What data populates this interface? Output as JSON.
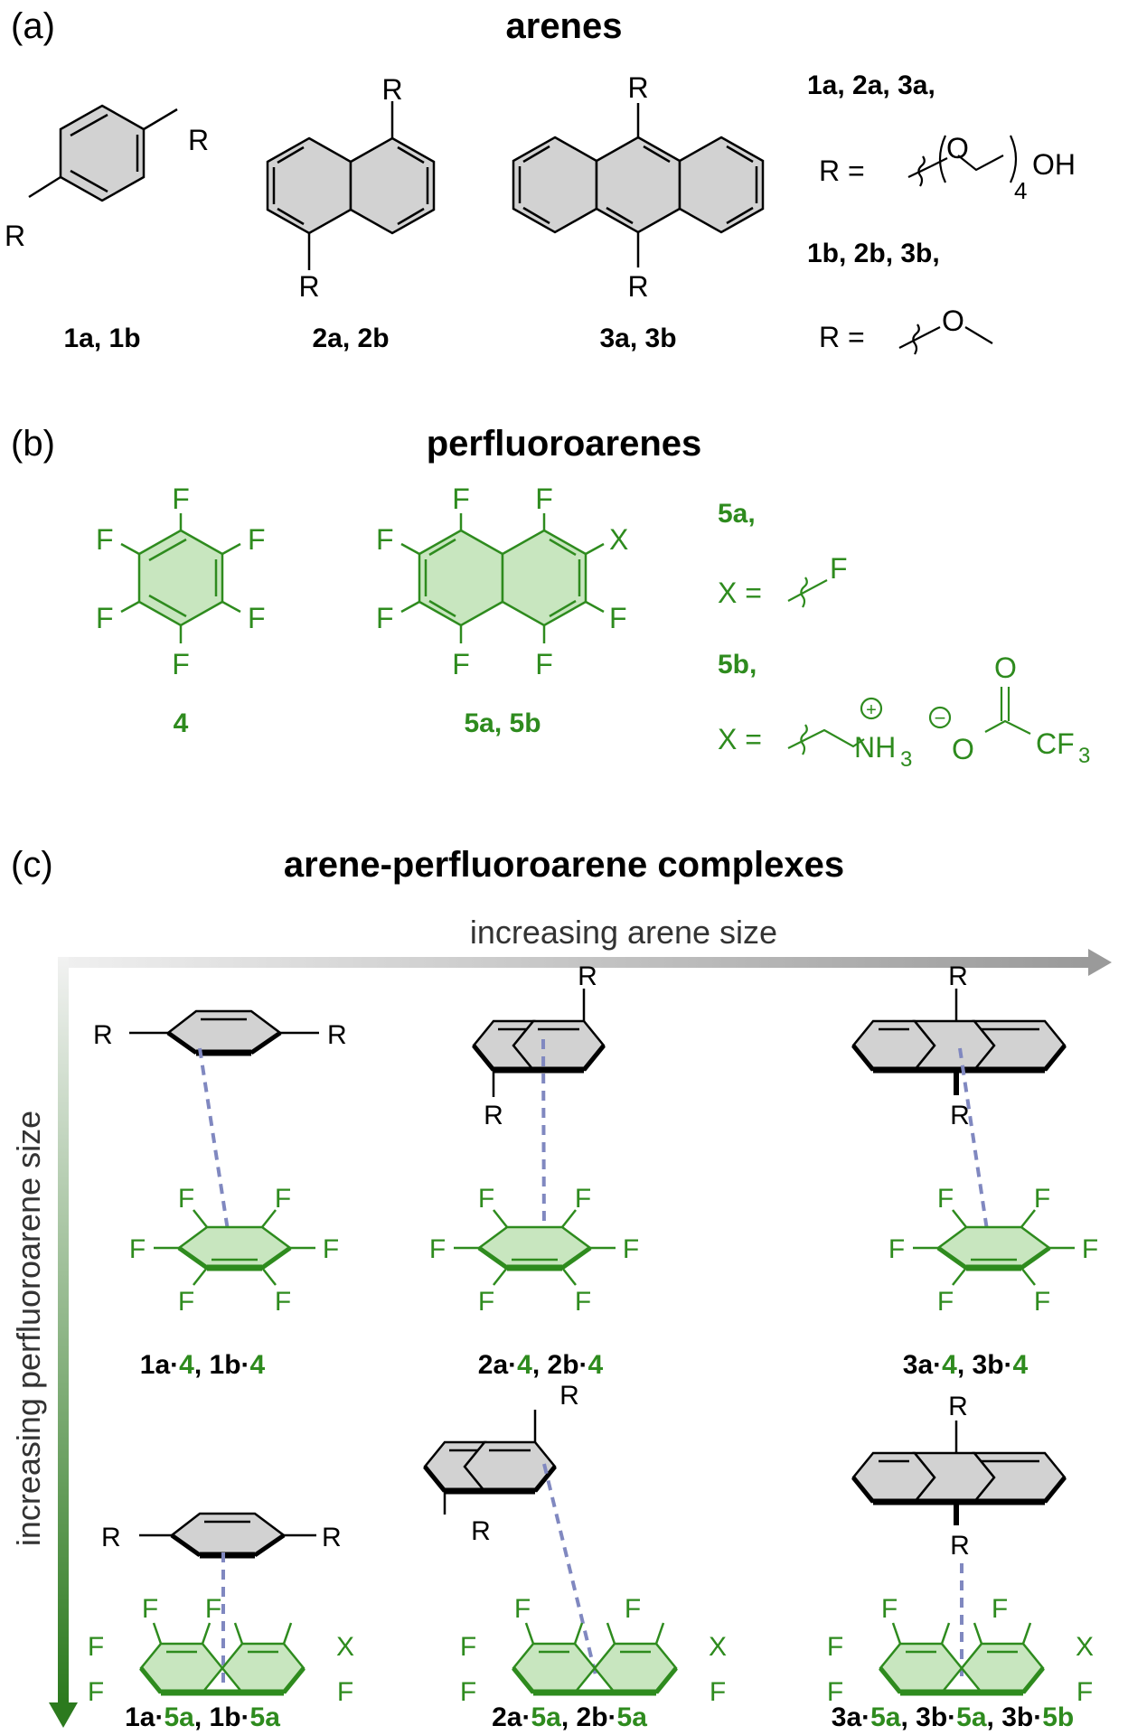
{
  "panel_a": {
    "letter": "(a)",
    "title": "arenes",
    "r": "R",
    "cmp1": "1a, 1b",
    "cmp2": "2a, 2b",
    "cmp3": "3a, 3b",
    "defs": [
      {
        "ids": "1a, 2a, 3a,",
        "eq": "R =",
        "o": "O",
        "sub": "4",
        "oh": "OH"
      },
      {
        "ids": "1b, 2b, 3b,",
        "eq": "R =",
        "o": "O"
      }
    ]
  },
  "panel_b": {
    "letter": "(b)",
    "title": "perfluoroarenes",
    "f": "F",
    "x": "X",
    "cmp4": "4",
    "cmp5": "5a, 5b",
    "defs": [
      {
        "ids": "5a,",
        "eq": "X =",
        "tail": "F"
      },
      {
        "ids": "5b,",
        "eq": "X =",
        "nh": "NH",
        "nh_sub": "3",
        "o": "O",
        "o2": "O",
        "cf": "CF",
        "cf_sub": "3",
        "plus": "+",
        "minus": "−"
      }
    ]
  },
  "panel_c": {
    "letter": "(c)",
    "title": "arene-perfluoroarene complexes",
    "x_axis": "increasing arene size",
    "y_axis": "increasing perfluoroarene size",
    "labels": [
      [
        {
          "t": "1a·",
          "g": false
        },
        {
          "t": "4",
          "g": true
        },
        {
          "t": ", 1b·",
          "g": false
        },
        {
          "t": "4",
          "g": true
        }
      ],
      [
        {
          "t": "2a·",
          "g": false
        },
        {
          "t": "4",
          "g": true
        },
        {
          "t": ", 2b·",
          "g": false
        },
        {
          "t": "4",
          "g": true
        }
      ],
      [
        {
          "t": "3a·",
          "g": false
        },
        {
          "t": "4",
          "g": true
        },
        {
          "t": ", 3b·",
          "g": false
        },
        {
          "t": "4",
          "g": true
        }
      ],
      [
        {
          "t": "1a·",
          "g": false
        },
        {
          "t": "5a",
          "g": true
        },
        {
          "t": ", 1b·",
          "g": false
        },
        {
          "t": "5a",
          "g": true
        }
      ],
      [
        {
          "t": "2a·",
          "g": false
        },
        {
          "t": "5a",
          "g": true
        },
        {
          "t": ", 2b·",
          "g": false
        },
        {
          "t": "5a",
          "g": true
        }
      ],
      [
        {
          "t": "3a·",
          "g": false
        },
        {
          "t": "5a",
          "g": true
        },
        {
          "t": ", 3b·",
          "g": false
        },
        {
          "t": "5a",
          "g": true
        },
        {
          "t": ", 3b·",
          "g": false
        },
        {
          "t": "5b",
          "g": true
        }
      ]
    ]
  },
  "colors": {
    "green": "#2e8b1e",
    "ring_fill": "#d2d2d2",
    "green_fill": "#c8e6bf",
    "dash": "#8088c0",
    "arrow": "#a8a8a8"
  }
}
